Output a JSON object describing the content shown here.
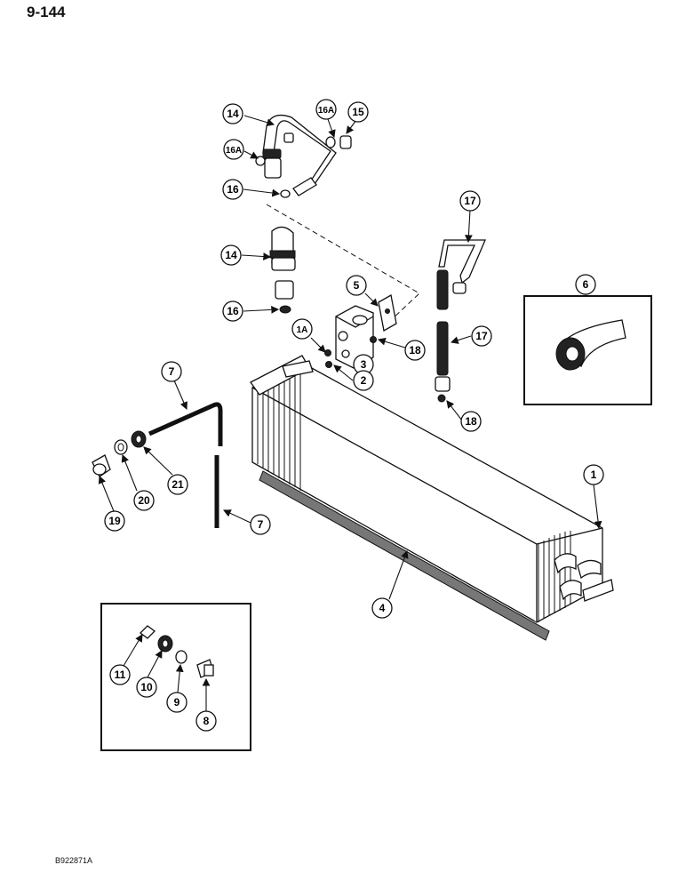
{
  "page_number": "9-144",
  "figure_code": "B922871A",
  "callouts": [
    "14",
    "16A",
    "15",
    "16A",
    "16",
    "17",
    "14",
    "5",
    "6",
    "16",
    "1A",
    "17",
    "18",
    "3",
    "2",
    "7",
    "18",
    "21",
    "20",
    "19",
    "7",
    "1",
    "4",
    "11",
    "10",
    "9",
    "8"
  ]
}
